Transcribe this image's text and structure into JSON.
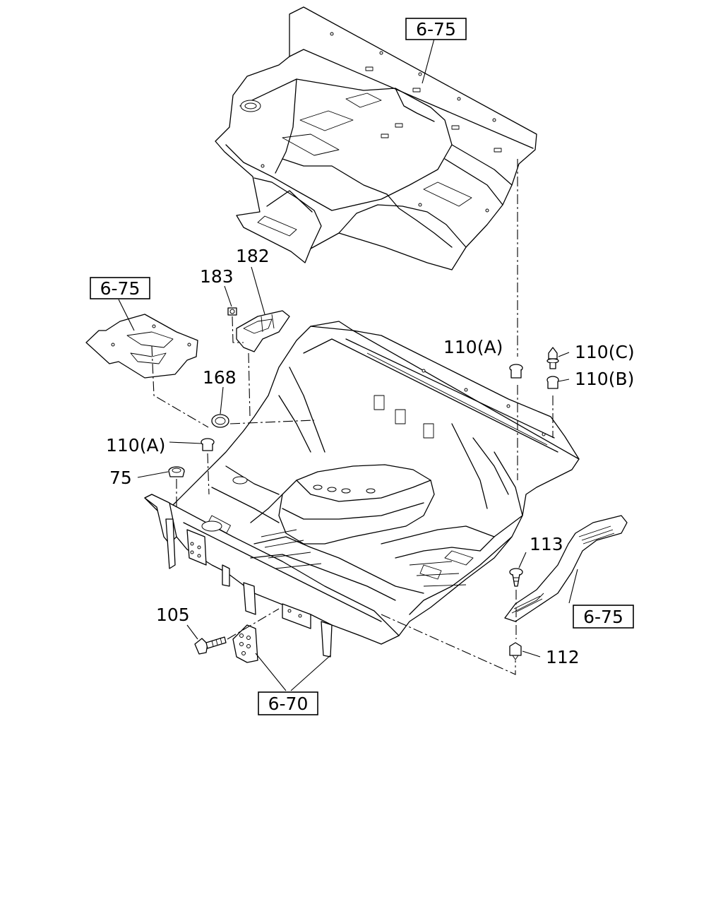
{
  "refs": {
    "top_panel": "6-75",
    "left_panel": "6-75",
    "step_panel": "6-75",
    "bracket": "6-70"
  },
  "labels": {
    "p182": "182",
    "p183": "183",
    "p168": "168",
    "p110a_right": "110(A)",
    "p110c": "110(C)",
    "p110b": "110(B)",
    "p110a_left": "110(A)",
    "p75": "75",
    "p113": "113",
    "p105": "105",
    "p112": "112"
  }
}
